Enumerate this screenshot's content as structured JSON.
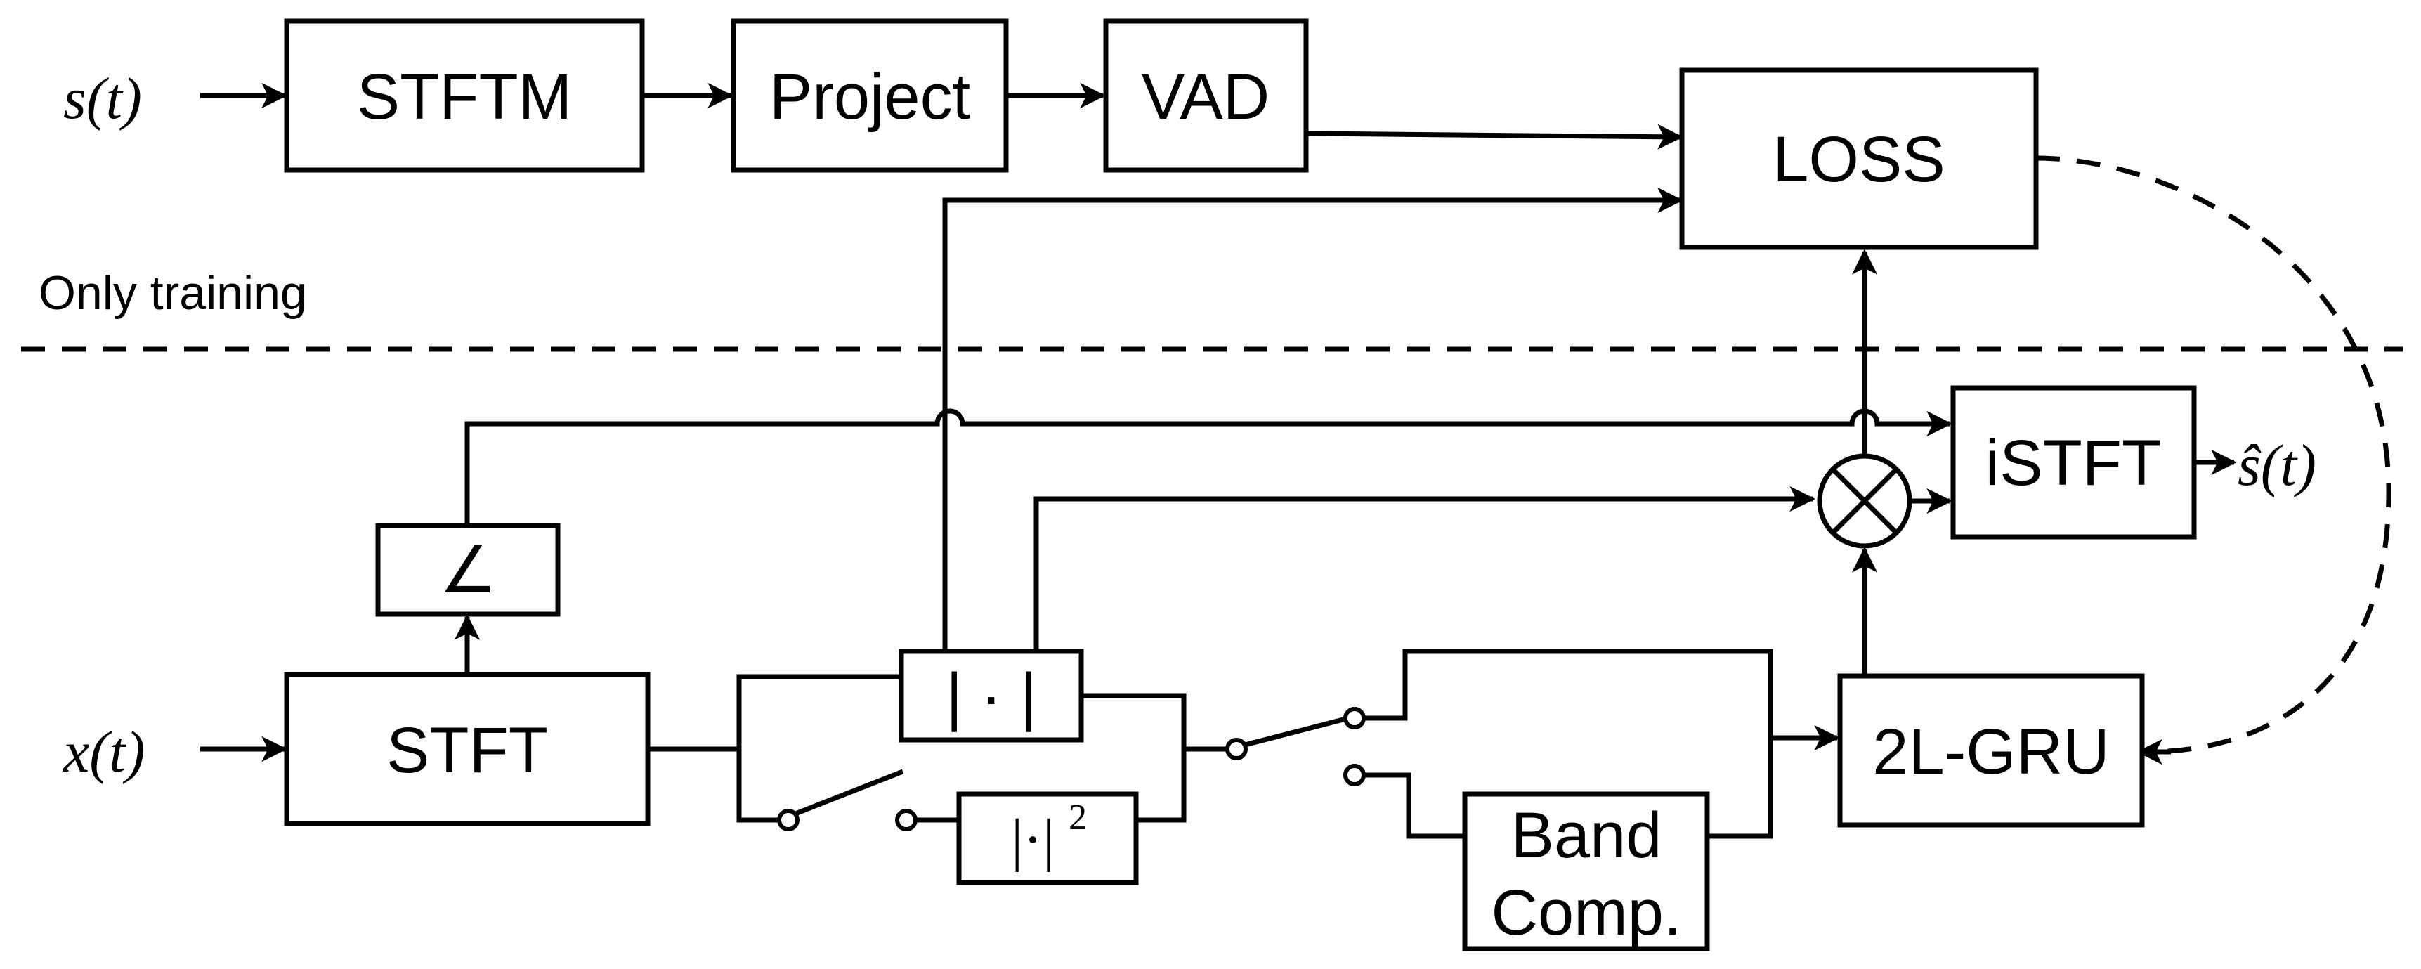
{
  "inputs": {
    "clean_signal": "s(t)",
    "noisy_signal": "x(t)",
    "output_signal": "ŝ(t)"
  },
  "blocks": {
    "stftm": "STFTM",
    "project": "Project",
    "vad": "VAD",
    "loss": "LOSS",
    "stft": "STFT",
    "phase": "∠",
    "magnitude": "| · |",
    "power": "|·|",
    "power_exponent": "2",
    "band_comp_line1": "Band",
    "band_comp_line2": "Comp.",
    "gru": "2L-GRU",
    "istft": "iSTFT"
  },
  "section_label": "Only training"
}
